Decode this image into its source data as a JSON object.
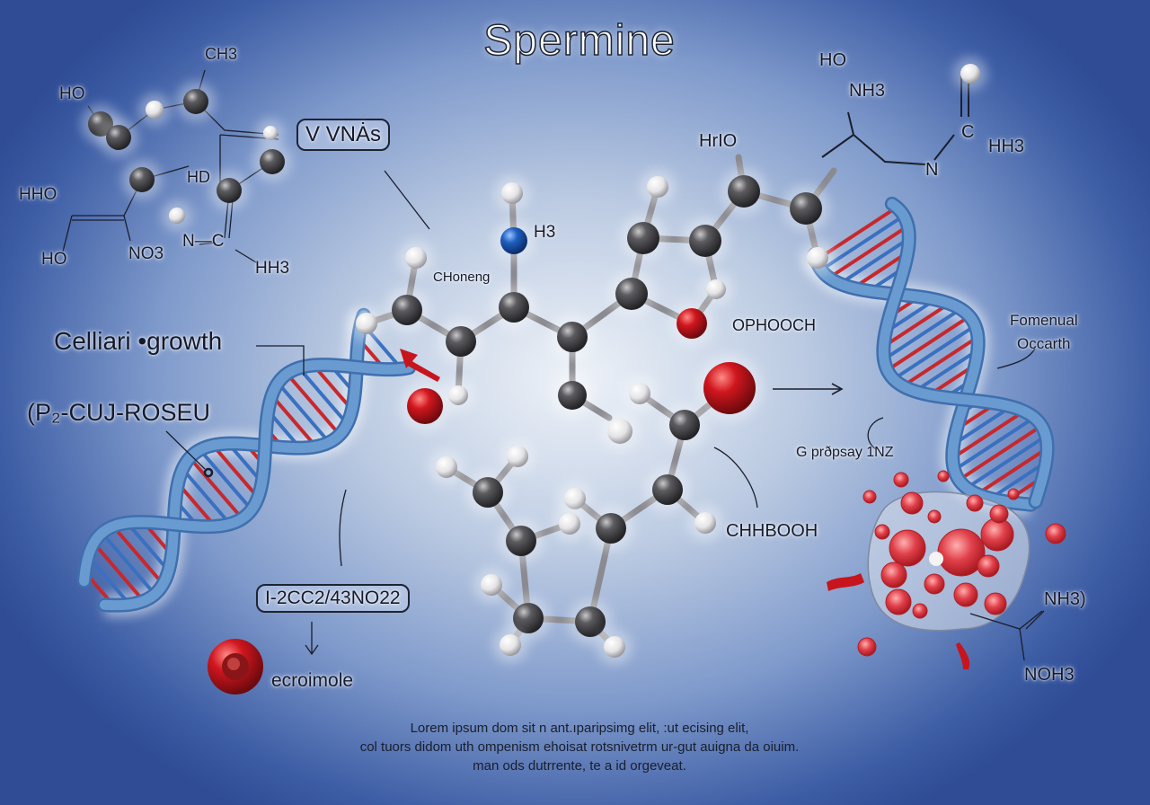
{
  "title": "Spermine",
  "labels": {
    "ch3": "CH3",
    "ho_topleft": "HO",
    "vvna_box": "V VNȦs",
    "hd": "HD",
    "hho": "HHO",
    "ho_left": "HO",
    "no3": "NO3",
    "n_c": "N—C",
    "hh3_left": "HH3",
    "choneng": "CHoneng",
    "h3_center": "H3",
    "hrio": "HrIO",
    "ho_top_right": "HO",
    "nh3_top_right": "NH3",
    "c_right": "C",
    "hh3_right": "HH3",
    "n_right": "N",
    "ophooch": "OPHOOCH",
    "fomenual": "Fomenual",
    "occarth": "Occarth",
    "cellular_growth": "Celliari •growth",
    "p2_cuj_roseu": "(P₂-CUJ-ROSEU",
    "formula_box": "I-2CC2/43NO22",
    "ecroimole": "ecroimole",
    "chhbooh": "CHHBOOH",
    "g_prpsay": "G prðpsay 1NZ",
    "nh3_bottom_right": "NH3)",
    "noh3": "NOH3"
  },
  "caption": [
    "Lorem ipsum dom sit n ant.ıparipsimg elit, :ut ecising elit,",
    "col tuors didom uth ompenism ehoisat rotsnivetrm ur-gut auigna da oiuim.",
    "man ods dutrrente, te a id orgeveat."
  ],
  "colors": {
    "carbon": "#4a4a4c",
    "hydrogen": "#f2f2f2",
    "oxygen": "#c8141c",
    "nitrogen": "#1f5fc0",
    "dna_strand": "#6a9bd0",
    "dna_red": "#c8282c",
    "dna_blue": "#3a70c0"
  }
}
